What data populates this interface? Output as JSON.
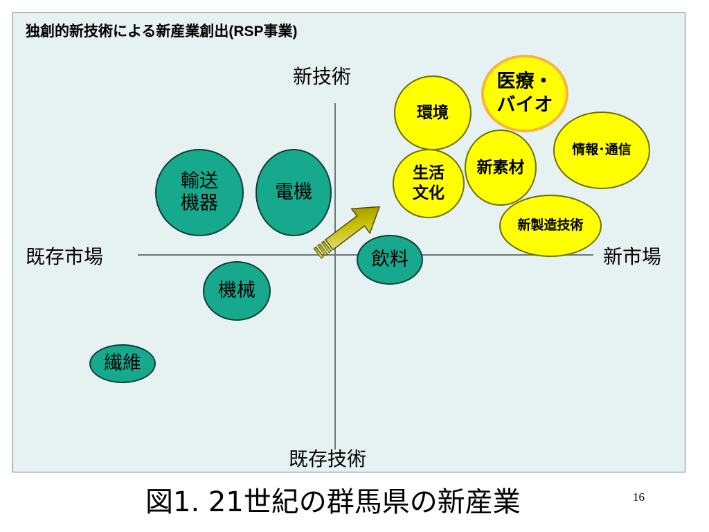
{
  "slide": {
    "title": "独創的新技術による新産業創出(RSP事業)",
    "caption": "図1. 21世紀の群馬県の新産業",
    "page_number": "16"
  },
  "axes": {
    "top": "新技術",
    "bottom": "既存技術",
    "left": "既存市場",
    "right": "新市場"
  },
  "bubbles": {
    "yusou_kiki": "輸送\n機器",
    "denki": "電機",
    "kikai": "機械",
    "seni": "繊維",
    "inryou": "飲料",
    "kankyou": "環境",
    "iryou_bio": "医療・\nバイオ",
    "seikatsu_bunka": "生活\n文化",
    "shinsozai": "新素材",
    "jouhou_tsushin": "情報･通信",
    "shinseizou_gijutsu": "新製造技術"
  },
  "colors": {
    "panel_bg": "#e6f1f1",
    "existing_industry": "#17a98d",
    "new_industry": "#ffff00",
    "highlight_border": "#f7b53c",
    "arrow_fill": "#b8b000"
  }
}
